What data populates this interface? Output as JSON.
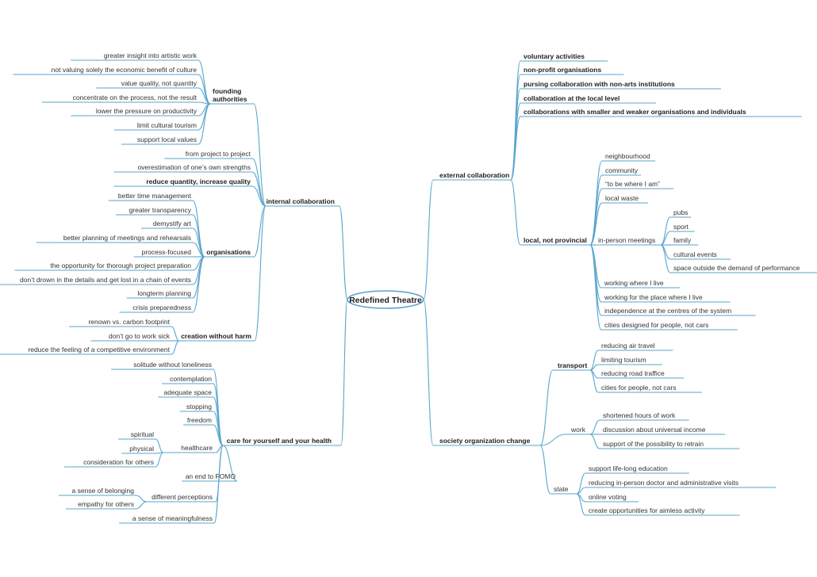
{
  "colors": {
    "line": "#5aa5cc",
    "text": "#333333",
    "background": "#ffffff"
  },
  "root": "Redefined Theatre",
  "left": {
    "internal_collaboration": {
      "label": "internal collaboration",
      "founding_authorities": {
        "label": [
          "founding",
          "authorities"
        ],
        "items": [
          "greater insight into artistic work",
          "not valuing solely the economic benefit of culture",
          "value quality, not quantity",
          "concentrate on the process, not the result",
          "lower the pressure on productivity",
          "limit cultural tourism",
          "support local values"
        ]
      },
      "direct": [
        "from project to project",
        "overestimation of one’s own strengths",
        "reduce quantity, increase quality"
      ],
      "organisations": {
        "label": "organisations",
        "items": [
          "better time management",
          "greater transparency",
          "demystify art",
          "better planning of meetings and rehearsals",
          "process-focused",
          "the opportunity for thorough project preparation",
          "don’t drown in the details and get lost in a chain of events",
          "longterm planning",
          "crisis preparedness"
        ]
      },
      "creation_without_harm": {
        "label": "creation without harm",
        "items": [
          "renown vs. carbon footprint",
          "don’t go to work sick",
          "reduce the feeling of a competitive environment"
        ]
      }
    },
    "care": {
      "label": "care for yourself and your health",
      "direct_top": [
        "solitude without loneliness",
        "contemplation",
        "adequate space",
        "stopping",
        "freedom"
      ],
      "healthcare": {
        "label": "healthcare",
        "items": [
          "spiritual",
          "physical",
          "consideration for others"
        ]
      },
      "fomo": "an end to FOMO",
      "perceptions": {
        "label": "different perceptions",
        "items": [
          "a sense of belonging",
          "empathy for others"
        ]
      },
      "meaning": "a sense of meaningfulness"
    }
  },
  "right": {
    "external_collaboration": {
      "label": "external collaboration",
      "items": [
        "voluntary activities",
        "non-profit organisations",
        "pursing collaboration with non-arts institutions",
        "collaboration at the local level",
        "collaborations with smaller and weaker organisations and individuals"
      ],
      "local": {
        "label": "local, not provincial",
        "items_top": [
          "neighbourhood",
          "community",
          "“to be where I am”",
          "local waste"
        ],
        "meetings": {
          "label": "in-person meetings",
          "items": [
            "pubs",
            "sport",
            "family",
            "cultural events",
            "space outside the demand of performance"
          ]
        },
        "items_bottom": [
          "working where I live",
          "working for the place where I live",
          "independence at the centres of the system",
          "cities designed for people, not cars"
        ]
      }
    },
    "society": {
      "label": "society organization change",
      "transport": {
        "label": "transport",
        "items": [
          "reducing air travel",
          "limiting tourism",
          "reducing road traffice",
          "cities for people, not cars"
        ]
      },
      "work": {
        "label": "work",
        "items": [
          "shortened hours of work",
          "discussion about universal income",
          "support of the possibility to retrain"
        ]
      },
      "state": {
        "label": "state",
        "items": [
          "support life-long education",
          "reducing in-person doctor and administrative visits",
          "online voting",
          "create opportunities for aimless activity"
        ]
      }
    }
  }
}
